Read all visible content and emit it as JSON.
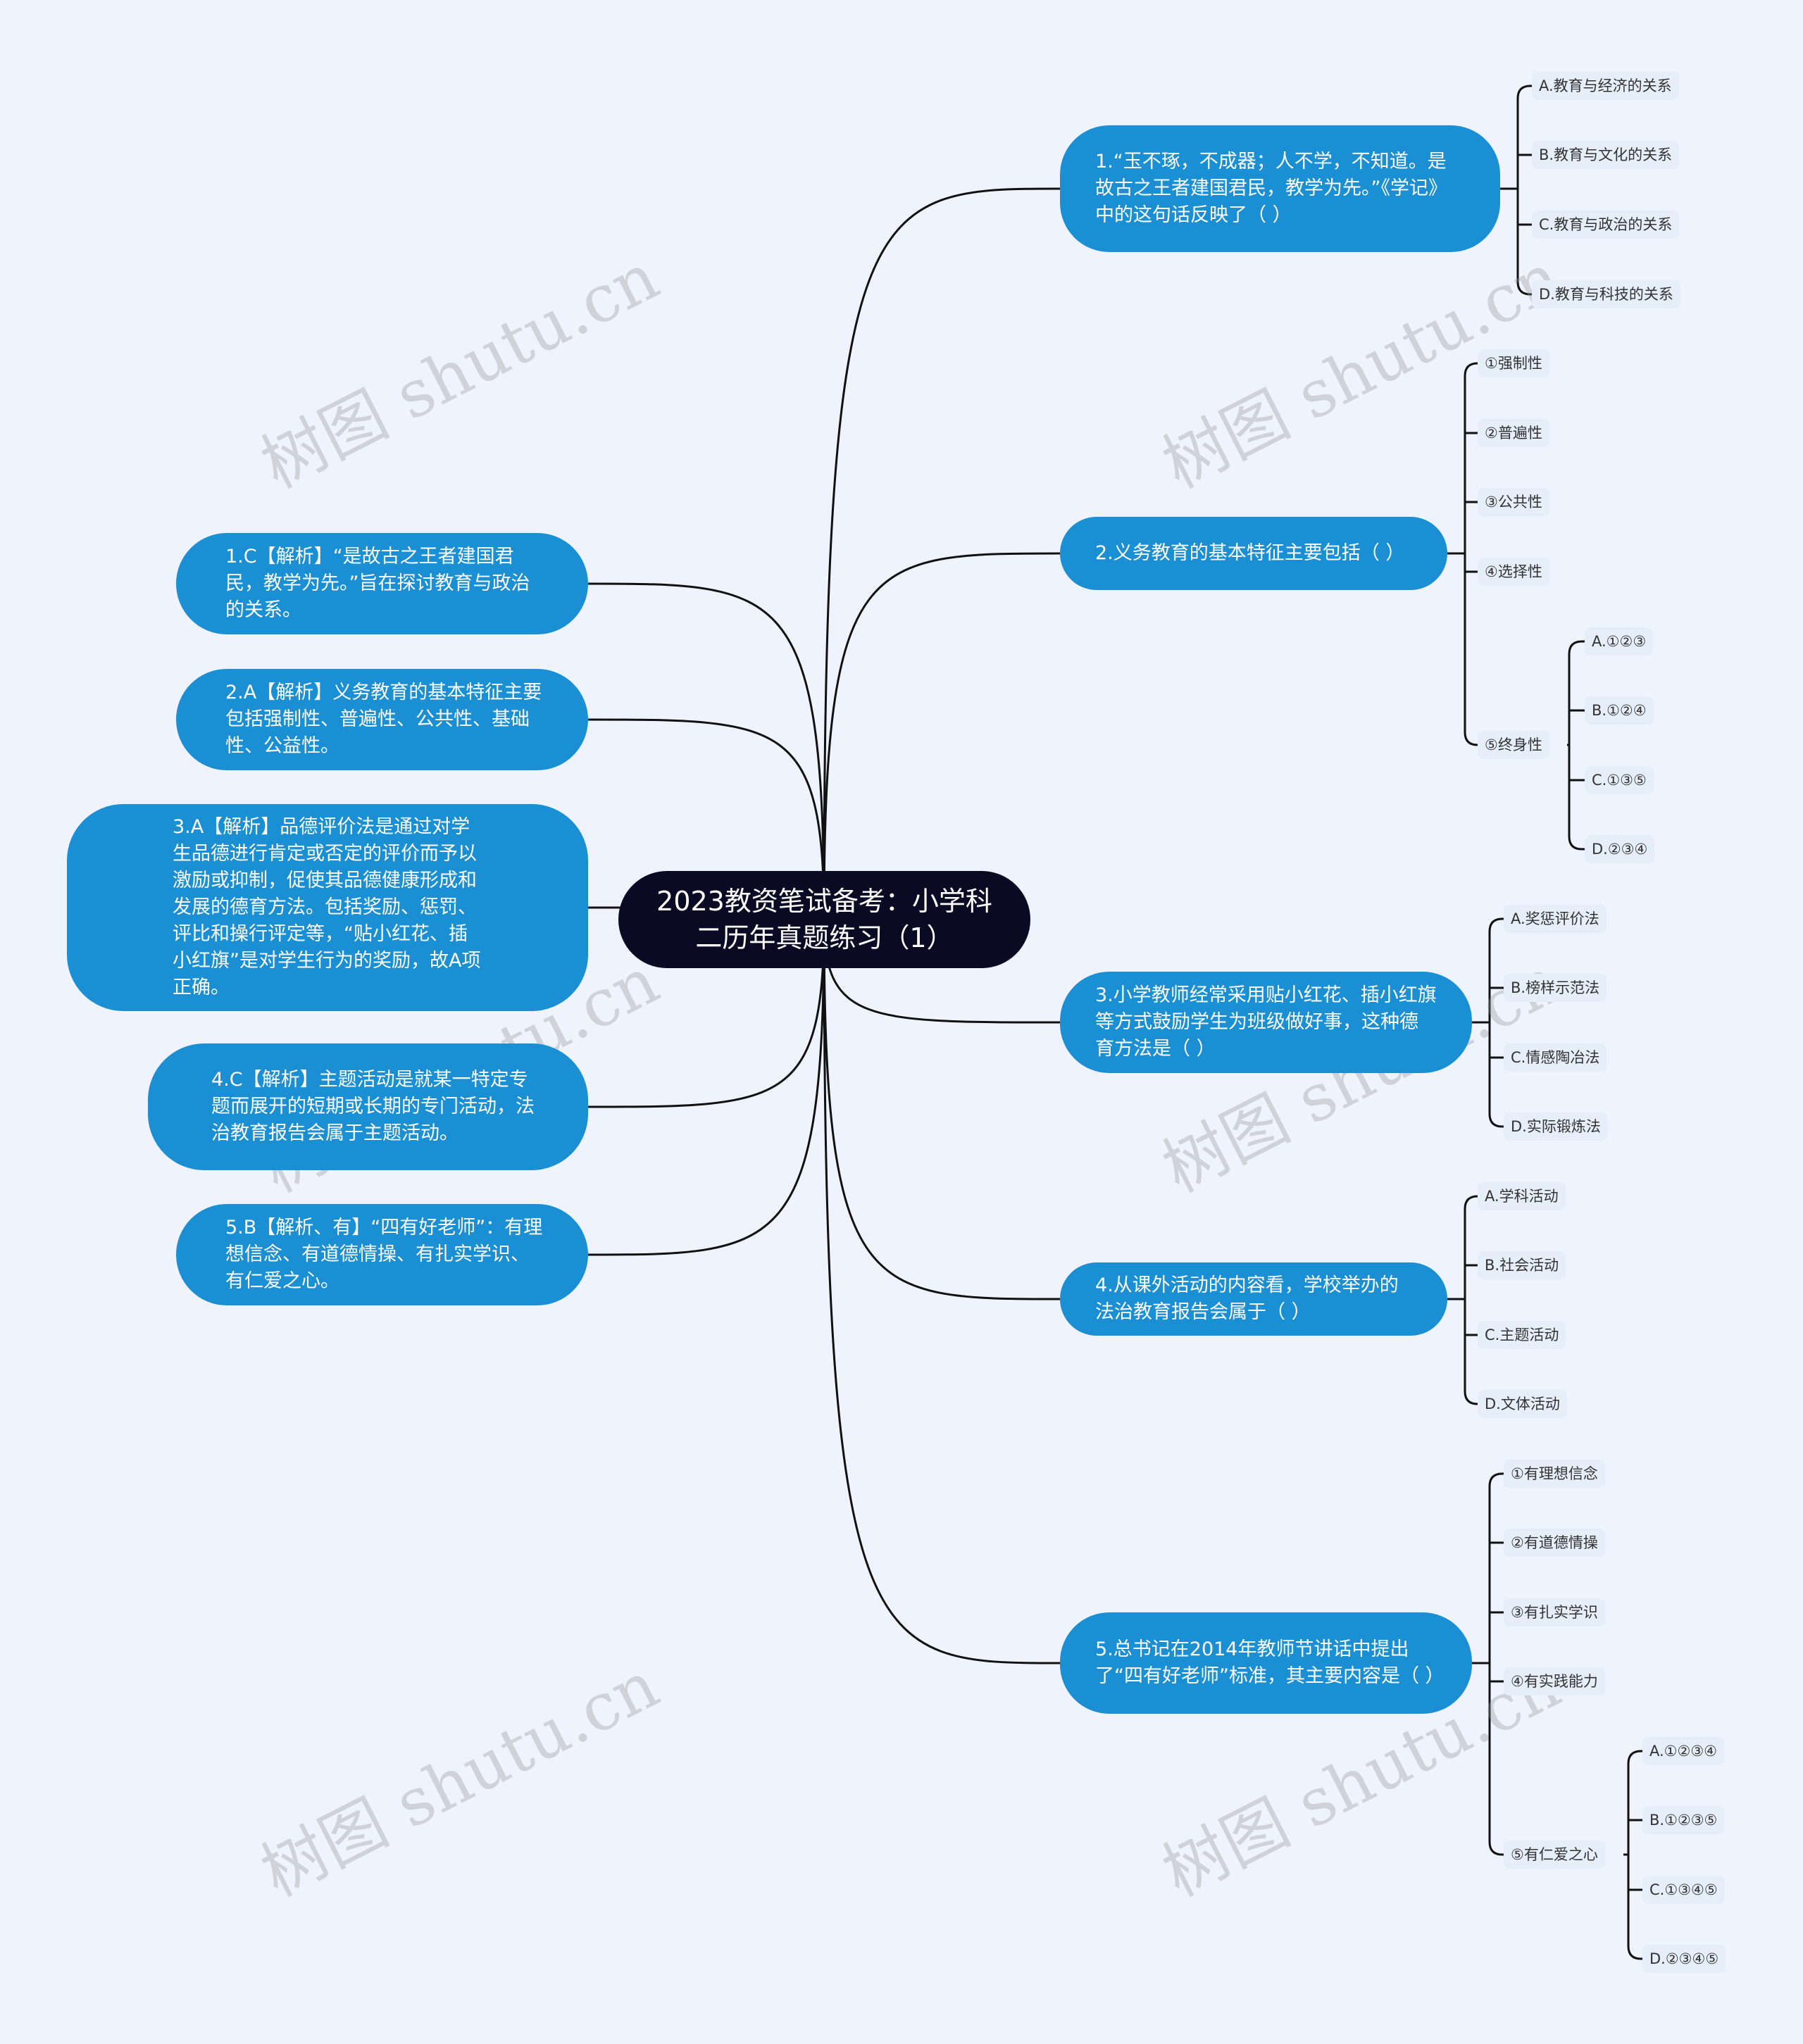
{
  "central_topic": "2023教资笔试备考：小学科二历年真题练习（1）",
  "questions": [
    {
      "text": "1.“玉不琢，不成器；人不学，不知道。是故古之王者建国君民，教学为先。”《学记》中的这句话反映了（ ）",
      "options": [
        {
          "text": "A.教育与经济的关系"
        },
        {
          "text": "B.教育与文化的关系"
        },
        {
          "text": "C.教育与政治的关系"
        },
        {
          "text": "D.教育与科技的关系"
        }
      ]
    },
    {
      "text": "2.义务教育的基本特征主要包括（ ）",
      "options": [
        {
          "text": "①强制性"
        },
        {
          "text": "②普遍性"
        },
        {
          "text": "③公共性"
        },
        {
          "text": "④选择性"
        },
        {
          "text": "⑤终身性",
          "children": [
            "A.①②③",
            "B.①②④",
            "C.①③⑤",
            "D.②③④"
          ]
        }
      ]
    },
    {
      "text": "3.小学教师经常采用贴小红花、插小红旗等方式鼓励学生为班级做好事，这种德育方法是（ ）",
      "options": [
        {
          "text": "A.奖惩评价法"
        },
        {
          "text": "B.榜样示范法"
        },
        {
          "text": "C.情感陶冶法"
        },
        {
          "text": "D.实际锻炼法"
        }
      ]
    },
    {
      "text": "4.从课外活动的内容看，学校举办的法治教育报告会属于（ ）",
      "options": [
        {
          "text": "A.学科活动"
        },
        {
          "text": "B.社会活动"
        },
        {
          "text": "C.主题活动"
        },
        {
          "text": "D.文体活动"
        }
      ]
    },
    {
      "text": "5.总书记在2014年教师节讲话中提出了“四有好老师”标准，其主要内容是（ ）",
      "options": [
        {
          "text": "①有理想信念"
        },
        {
          "text": "②有道德情操"
        },
        {
          "text": "③有扎实学识"
        },
        {
          "text": "④有实践能力"
        },
        {
          "text": "⑤有仁爱之心",
          "children": [
            "A.①②③④",
            "B.①②③⑤",
            "C.①③④⑤",
            "D.②③④⑤"
          ]
        }
      ]
    }
  ],
  "answers": [
    "1.C【解析】“是故古之王者建国君民，教学为先。”旨在探讨教育与政治的关系。",
    "2.A【解析】义务教育的基本特征主要包括强制性、普遍性、公共性、基础性、公益性。",
    "3.A【解析】品德评价法是通过对学生品德进行肯定或否定的评价而予以激励或抑制，促使其品德健康形成和发展的德育方法。包括奖励、惩罚、评比和操行评定等，“贴小红花、插小红旗”是对学生行为的奖励，故A项正确。",
    "4.C【解析】主题活动是就某一特定专题而展开的短期或长期的专门活动，法治教育报告会属于主题活动。",
    "5.B【解析、有】“四有好老师”：有理想信念、有道德情操、有扎实学识、有仁爱之心。"
  ],
  "watermark": "树图 shutu.cn",
  "colors": {
    "background": "#eef3fe",
    "central_fill": "#0b0a24",
    "branch_fill": "#1b8fd3",
    "leaf_fill": "#e6eef9",
    "line": "#111111"
  }
}
